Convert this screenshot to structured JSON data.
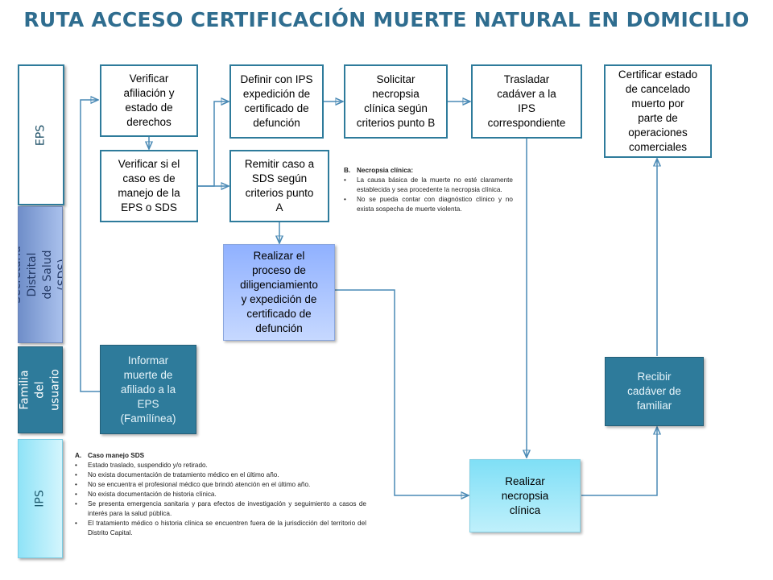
{
  "title": "RUTA ACCESO CERTIFICACIÓN MUERTE NATURAL EN DOMICILIO",
  "lanes": {
    "eps": "EPS",
    "sds": "Secretaria Distrital\nde Salud (SDS)",
    "familia": "Familia del\nusuario",
    "ips": "IPS"
  },
  "boxes": {
    "verificar_afiliacion": "Verificar\nafiliación y\nestado de\nderechos",
    "verificar_caso": "Verificar si el\ncaso es de\nmanejo de la\nEPS o SDS",
    "definir_ips": "Definir con IPS\nexpedición de\ncertificado de\ndefunción",
    "remitir_sds": "Remitir caso a\nSDS según\ncriterios punto\nA",
    "solicitar_necropsia": "Solicitar\nnecropsia\nclínica según\ncriterios punto B",
    "trasladar_cadaver": "Trasladar\ncadáver a la\nIPS\ncorrespondiente",
    "certificar_estado": "Certificar estado\nde cancelado\nmuerto por\nparte de\noperaciones\ncomerciales",
    "realizar_proceso": "Realizar el\nproceso de\ndiligenciamiento\ny expedición de\ncertificado de\ndefunción",
    "informar_muerte": "Informar\nmuerte de\nafiliado a la\nEPS\n(Famílínea)",
    "recibir_cadaver": "Recibir\ncadáver de\nfamiliar",
    "realizar_necropsia": "Realizar\nnecropsia\nclínica"
  },
  "note_b": {
    "letter": "B.",
    "heading": "Necropsia clínica:",
    "items": [
      "La causa básica de la muerte no esté claramente establecida y sea procedente la necropsia clínica.",
      "No se pueda contar con diagnóstico clínico y no exista sospecha de muerte violenta."
    ]
  },
  "note_a": {
    "letter": "A.",
    "heading": "Caso manejo SDS",
    "items": [
      "Estado traslado, suspendido y/o retirado.",
      "No exista documentación de tratamiento médico en el último año.",
      "No se encuentra el profesional médico que brindó atención en el último año.",
      "No exista documentación de historia clínica.",
      "Se presenta emergencia sanitaria y para efectos de investigación y seguimiento a casos de interés para la salud pública.",
      "El tratamiento médico o historia clínica se encuentren fuera de la jurisdicción del territorio del Distrito Capital."
    ]
  },
  "colors": {
    "title": "#2f6d8f",
    "connector": "#4a8ab5",
    "teal": "#2e7b9b",
    "blue_box": "#90b1ff",
    "cyan_box": "#7fdff6"
  }
}
